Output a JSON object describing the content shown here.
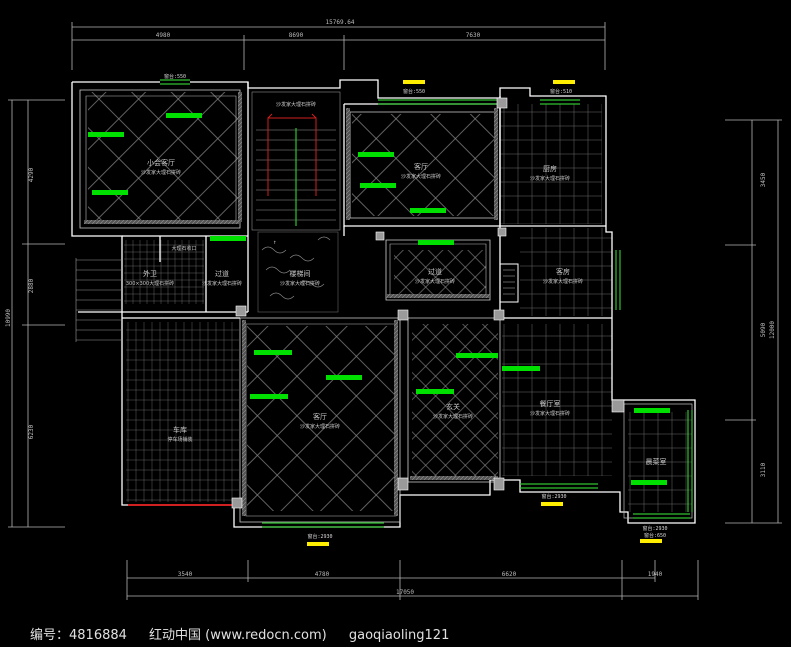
{
  "dimensions": {
    "top_total": "15769.64",
    "top_segments": [
      "4980",
      "8690",
      "7630"
    ],
    "bottom_total": "17050",
    "bottom_segments": [
      "3540",
      "4780",
      "6620",
      "1940"
    ],
    "left_total": "10990",
    "left_segments": [
      "4290",
      "2880",
      "6230"
    ],
    "right_segments": [
      "3450",
      "5090",
      "3110"
    ],
    "right_total": "12000"
  },
  "rooms": {
    "small_meeting": {
      "name": "小会客厅",
      "floor": "沙发家大理石拼砖"
    },
    "stair_top": {
      "floor": "沙发家大理石拼砖"
    },
    "lounge": {
      "name": "客厅",
      "floor": "沙发家大理石拼砖"
    },
    "kitchen": {
      "name": "厨房",
      "floor": "沙发家大理石拼砖"
    },
    "guest_wc": {
      "name": "外卫",
      "floor": "300×300大理石拼砖"
    },
    "hall_small": {
      "name": "过道",
      "floor": "沙发家大理石拼砖"
    },
    "stair_room": {
      "name": "楼梯间",
      "floor": "沙发家大理石拼砖"
    },
    "corridor": {
      "name": "过道",
      "floor": "沙发家大理石拼砖"
    },
    "guest_room": {
      "name": "客房",
      "floor": "沙发家大理石拼砖"
    },
    "garage": {
      "name": "车库",
      "floor": "停车场铺装"
    },
    "living": {
      "name": "客厅",
      "floor": "沙发家大理石拼砖"
    },
    "foyer": {
      "name": "玄关",
      "floor": "沙发家大理石拼砖"
    },
    "dining": {
      "name": "餐厅室",
      "floor": "沙发家大理石拼砖"
    },
    "sunroom": {
      "name": "晨菜室"
    },
    "marble_label": "大理石收口"
  },
  "tags": {
    "win_top_left": "窗台:550",
    "win_top_mid": "窗台:550",
    "win_top_right": "窗台:510",
    "door_living": "窗台:2930",
    "door_dining": "窗台:2930",
    "door_sun_1": "窗台:2930",
    "door_sun_2": "窗台:650"
  },
  "footer": {
    "id": "编号：4816884",
    "site": "红动中国 (www.redocn.com)",
    "author": "gaoqiaoling121"
  },
  "colors": {
    "wall": "#ffffff",
    "hatch": "#9a9a9a",
    "dim_line": "#b5b5b5",
    "green_mark": "#00e000",
    "yellow_tag": "#ffee00",
    "stair_red": "#d02020",
    "glass": "#30c030"
  }
}
